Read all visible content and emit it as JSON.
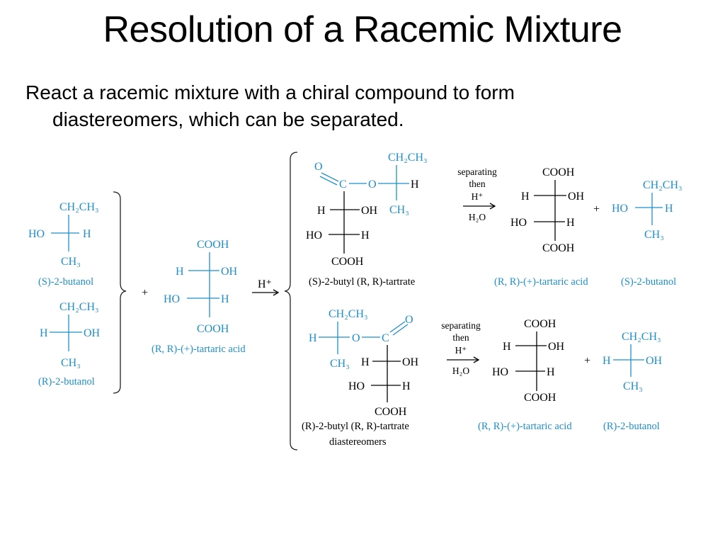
{
  "slide": {
    "title": "Resolution of a Racemic Mixture",
    "bullet_line1": "React a racemic mixture with a chiral compound to form",
    "bullet_line2": "diastereomers, which can be separated."
  },
  "labels": {
    "s_butanol": "(S)-2-butanol",
    "r_butanol": "(R)-2-butanol",
    "tartaric": "(R, R)-(+)-tartaric acid",
    "s_butyl_tartrate": "(S)-2-butyl (R, R)-tartrate",
    "r_butyl_tartrate": "(R)-2-butyl (R, R)-tartrate",
    "diastereomers": "diastereomers",
    "plus": "+",
    "catalyst": "H⁺",
    "sep1": "separating",
    "sep2": "then",
    "sep3": "H⁺",
    "sep4": "H₂O"
  },
  "atoms": {
    "ethyl": "CH₂CH₃",
    "methyl": "CH₃",
    "cooh": "COOH",
    "h": "H",
    "oh": "OH",
    "ho": "HO",
    "o": "O",
    "c": "C"
  },
  "colors": {
    "structure_blue": "#1e8fc9",
    "black": "#000000"
  }
}
